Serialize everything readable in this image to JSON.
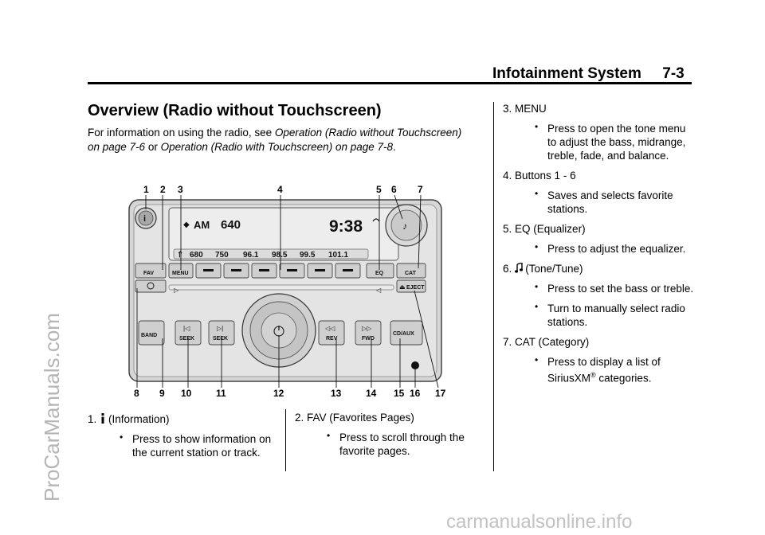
{
  "header": {
    "title": "Infotainment System     7-3"
  },
  "watermark": "ProCarManuals.com",
  "footer_watermark": "carmanualsonline.info",
  "section": {
    "title": "Overview (Radio without Touchscreen)",
    "intro_prefix": "For information on using the radio, see ",
    "intro_link1": "Operation (Radio without Touchscreen) on page 7-6",
    "intro_mid": " or ",
    "intro_link2": "Operation (Radio with Touchscreen) on page 7-8",
    "intro_suffix": "."
  },
  "radio": {
    "band": "AM",
    "freq": "640",
    "clock": "9:38",
    "presets": [
      "680",
      "750",
      "96.1",
      "98.5",
      "99.5",
      "101.1"
    ],
    "buttons": {
      "fav": "FAV",
      "menu": "MENU",
      "eq": "EQ",
      "cat": "CAT",
      "eject": "EJECT",
      "band": "BAND",
      "seek": "SEEK",
      "rev": "REV",
      "fwd": "FWD",
      "cdaux": "CD/AUX"
    }
  },
  "callouts_top": [
    "1",
    "2",
    "3",
    "4",
    "5",
    "6",
    "7"
  ],
  "callouts_bottom": [
    "8",
    "9",
    "10",
    "11",
    "12",
    "13",
    "14",
    "15",
    "16",
    "17"
  ],
  "items": [
    {
      "prefix": "1.",
      "name": "(Information)",
      "bullets": [
        "Press to show information on the current station or track."
      ]
    },
    {
      "prefix": "2.",
      "name": "FAV (Favorites Pages)",
      "bullets": [
        "Press to scroll through the favorite pages."
      ]
    },
    {
      "prefix": "3.",
      "name": "MENU",
      "bullets": [
        "Press to open the tone menu to adjust the bass, midrange, treble, fade, and balance."
      ]
    },
    {
      "prefix": "4.",
      "name": "Buttons 1 - 6",
      "bullets": [
        "Saves and selects favorite stations."
      ]
    },
    {
      "prefix": "5.",
      "name": "EQ (Equalizer)",
      "bullets": [
        "Press to adjust the equalizer."
      ]
    },
    {
      "prefix": "6.",
      "name": "(Tone/Tune)",
      "bullets": [
        "Press to set the bass or treble.",
        "Turn to manually select radio stations."
      ]
    },
    {
      "prefix": "7.",
      "name": "CAT (Category)",
      "bullet7_pre": "Press to display a list of SiriusXM",
      "bullet7_sup": "®",
      "bullet7_post": " categories."
    }
  ]
}
